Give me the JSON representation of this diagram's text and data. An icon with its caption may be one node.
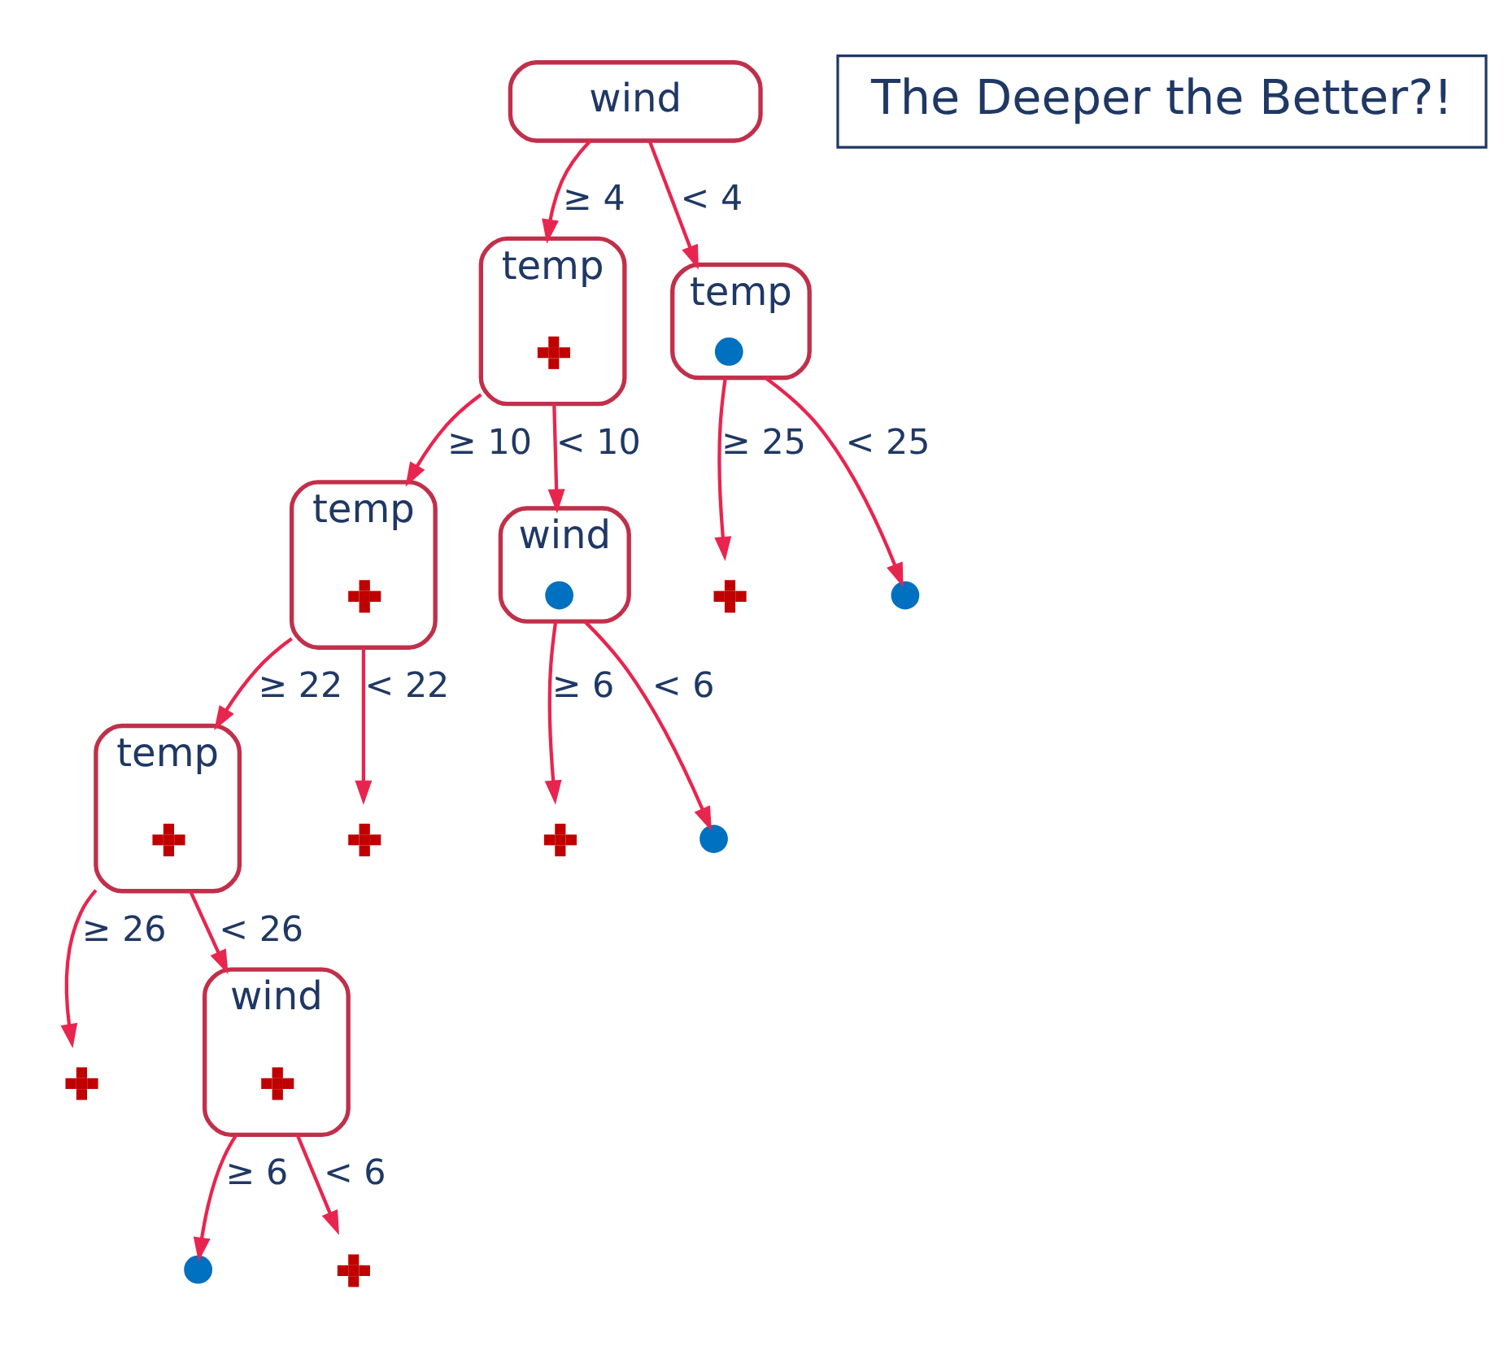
{
  "diagram": {
    "nodes": [
      {
        "text": [
          "wind"
        ]
      },
      {
        "text": [
          "temp"
        ]
      },
      {
        "text": [],
        "shape": "cross",
        "in": 1
      },
      {
        "text": [
          "temp"
        ]
      },
      {
        "text": [],
        "shape": "circle",
        "in": 3
      },
      {
        "text": [
          "temp"
        ]
      },
      {
        "text": [],
        "shape": "cross",
        "in": 5
      },
      {
        "text": [
          "wind"
        ]
      },
      {
        "text": [],
        "shape": "circle",
        "in": 7
      },
      {
        "text": [],
        "shape": "cross"
      },
      {
        "text": [],
        "shape": "circle"
      },
      {
        "text": [
          "temp"
        ]
      },
      {
        "text": [],
        "shape": "cross",
        "in": 11
      },
      {
        "text": [],
        "shape": "cross"
      },
      {
        "text": [],
        "shape": "cross"
      },
      {
        "text": [],
        "shape": "circle"
      },
      {
        "text": [],
        "shape": "cross"
      },
      {
        "text": [
          "wind"
        ]
      },
      {
        "text": [],
        "shape": "cross",
        "in": 17
      },
      {
        "text": [],
        "shape": "circle"
      },
      {
        "text": [],
        "shape": "cross"
      },
      {
        "text": [
          "The Deeper the Better?!"
        ]
      }
    ],
    "edges": [
      {
        "from": 0,
        "to": 1,
        "arrow": "to",
        "label": "≥ 4"
      },
      {
        "from": 0,
        "to": 3,
        "arrow": "to",
        "label": "< 4"
      },
      {
        "from": 1,
        "to": 5,
        "arrow": "to",
        "label": "≥ 10"
      },
      {
        "from": 1,
        "to": 7,
        "arrow": "to",
        "label": "< 10"
      },
      {
        "from": 3,
        "to": 9,
        "arrow": "to",
        "label": "≥ 25"
      },
      {
        "from": 3,
        "to": 10,
        "arrow": "to",
        "label": "< 25"
      },
      {
        "from": 5,
        "to": 11,
        "arrow": "to",
        "label": "≥ 22"
      },
      {
        "from": 5,
        "to": 13,
        "arrow": "to",
        "label": "< 22"
      },
      {
        "from": 7,
        "to": 14,
        "arrow": "to",
        "label": "≥ 6"
      },
      {
        "from": 7,
        "to": 15,
        "arrow": "to",
        "label": "< 6"
      },
      {
        "from": 11,
        "to": 16,
        "arrow": "to",
        "label": "≥ 26"
      },
      {
        "from": 11,
        "to": 17,
        "arrow": "to",
        "label": "< 26"
      },
      {
        "from": 17,
        "to": 19,
        "arrow": "to",
        "label": "≥ 6"
      },
      {
        "from": 17,
        "to": 20,
        "arrow": "to",
        "label": "< 6"
      }
    ]
  }
}
